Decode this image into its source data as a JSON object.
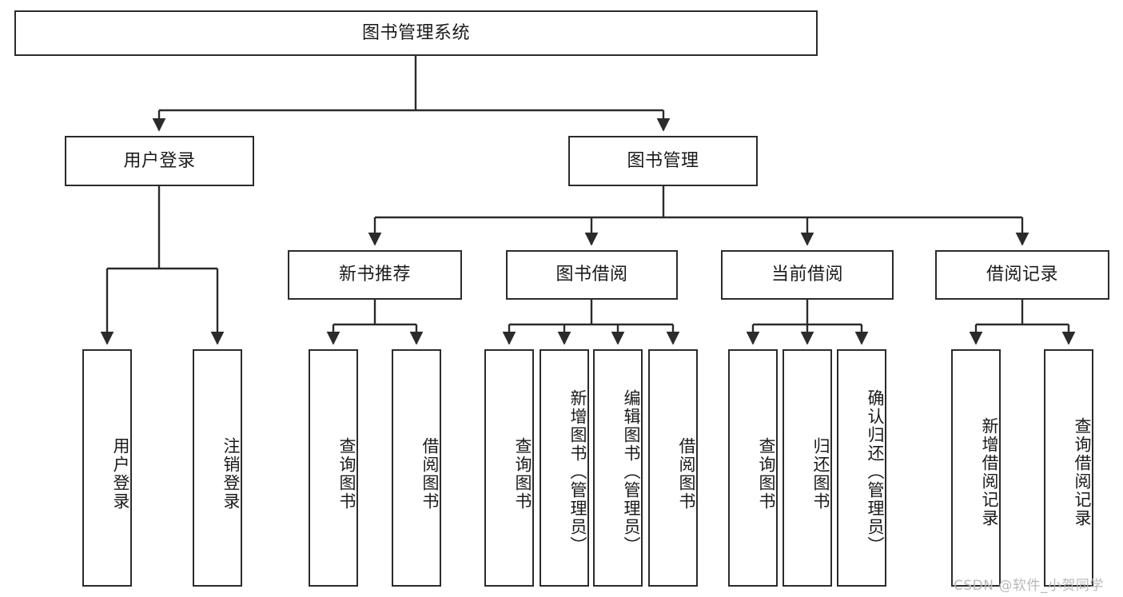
{
  "diagram": {
    "title": "图书管理系统",
    "type": "functional-structure-tree",
    "colors": {
      "box_border": "#2b2b2b",
      "box_fill": "#ffffff",
      "edge": "#2b2b2b",
      "text": "#1a1a1a",
      "watermark": "#b9b9b9",
      "background": "#ffffff"
    },
    "watermark": "CSDN @软件_小贺同学"
  },
  "nodes": {
    "root": {
      "label": "图书管理系统"
    },
    "level2": [
      {
        "id": "user-login",
        "label": "用户登录"
      },
      {
        "id": "book-manage",
        "label": "图书管理"
      }
    ],
    "level3": [
      {
        "id": "new-book-recommend",
        "label": "新书推荐"
      },
      {
        "id": "book-borrow",
        "label": "图书借阅"
      },
      {
        "id": "current-borrow",
        "label": "当前借阅"
      },
      {
        "id": "borrow-record",
        "label": "借阅记录"
      }
    ],
    "leaves": {
      "user_login": [
        {
          "id": "leaf-user-login",
          "label": "用户登录"
        },
        {
          "id": "leaf-user-logout",
          "label": "注销登录"
        }
      ],
      "new_book_recommend": [
        {
          "id": "leaf-query-book-1",
          "label": "查询图书"
        },
        {
          "id": "leaf-borrow-book-1",
          "label": "借阅图书"
        }
      ],
      "book_borrow": [
        {
          "id": "leaf-query-book-2",
          "label": "查询图书"
        },
        {
          "id": "leaf-add-book",
          "label": "新增图书（管理员）"
        },
        {
          "id": "leaf-edit-book",
          "label": "编辑图书（管理员）"
        },
        {
          "id": "leaf-borrow-book-2",
          "label": "借阅图书"
        }
      ],
      "current_borrow": [
        {
          "id": "leaf-query-book-3",
          "label": "查询图书"
        },
        {
          "id": "leaf-return-book",
          "label": "归还图书"
        },
        {
          "id": "leaf-confirm-return",
          "label": "确认归还（管理员）"
        }
      ],
      "borrow_record": [
        {
          "id": "leaf-add-record",
          "label": "新增借阅记录"
        },
        {
          "id": "leaf-query-record",
          "label": "查询借阅记录"
        }
      ]
    }
  }
}
